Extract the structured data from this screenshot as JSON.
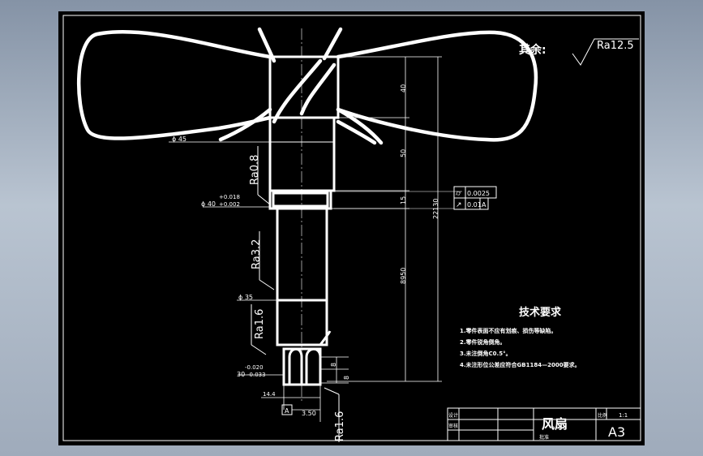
{
  "drawing": {
    "roughness_general": "Ra12.5",
    "remainder_label": "其余:",
    "roughness_shoulder": "Ra0.8",
    "roughness_shaft": "Ra3.2",
    "roughness_lower": "Ra1.6",
    "roughness_bottom": "Ra1.6",
    "dim_dia_45": "ϕ 45",
    "dim_dia_40": "ϕ 40",
    "tol_40_upper": "+0.018",
    "tol_40_lower": "+0.002",
    "dim_dia_35": "ϕ 35",
    "dim_dia_30": "30",
    "tol_30_upper": "-0.020",
    "tol_30_lower": "-0.033",
    "dim_40": "40",
    "dim_50": "50",
    "dim_15": "15",
    "dim_8950": "8950",
    "dim_22130": "22130",
    "dim_8a": "8",
    "dim_8b": "8",
    "dim_350": "3.50",
    "dim_key": "14.4",
    "datum_a": "A",
    "fcf1_symbol": "⌭",
    "fcf1_value": "0.0025",
    "fcf2_symbol": "↗",
    "fcf2_value": "0.01",
    "fcf2_datum": "A"
  },
  "tech_requirements": {
    "title": "技术要求",
    "items": [
      "1.零件表面不应有划痕、损伤等缺陷。",
      "2.零件锐角倒角。",
      "3.未注倒角C0.5°。",
      "4.未注形位公差应符合GB1184—2000要求。"
    ]
  },
  "title_block": {
    "part_name": "风扇",
    "sheet_size": "A3",
    "scale": "1:1",
    "ratio_label": "比例",
    "designer_label": "设计",
    "checker_label": "审核",
    "approver_label": "批准"
  }
}
